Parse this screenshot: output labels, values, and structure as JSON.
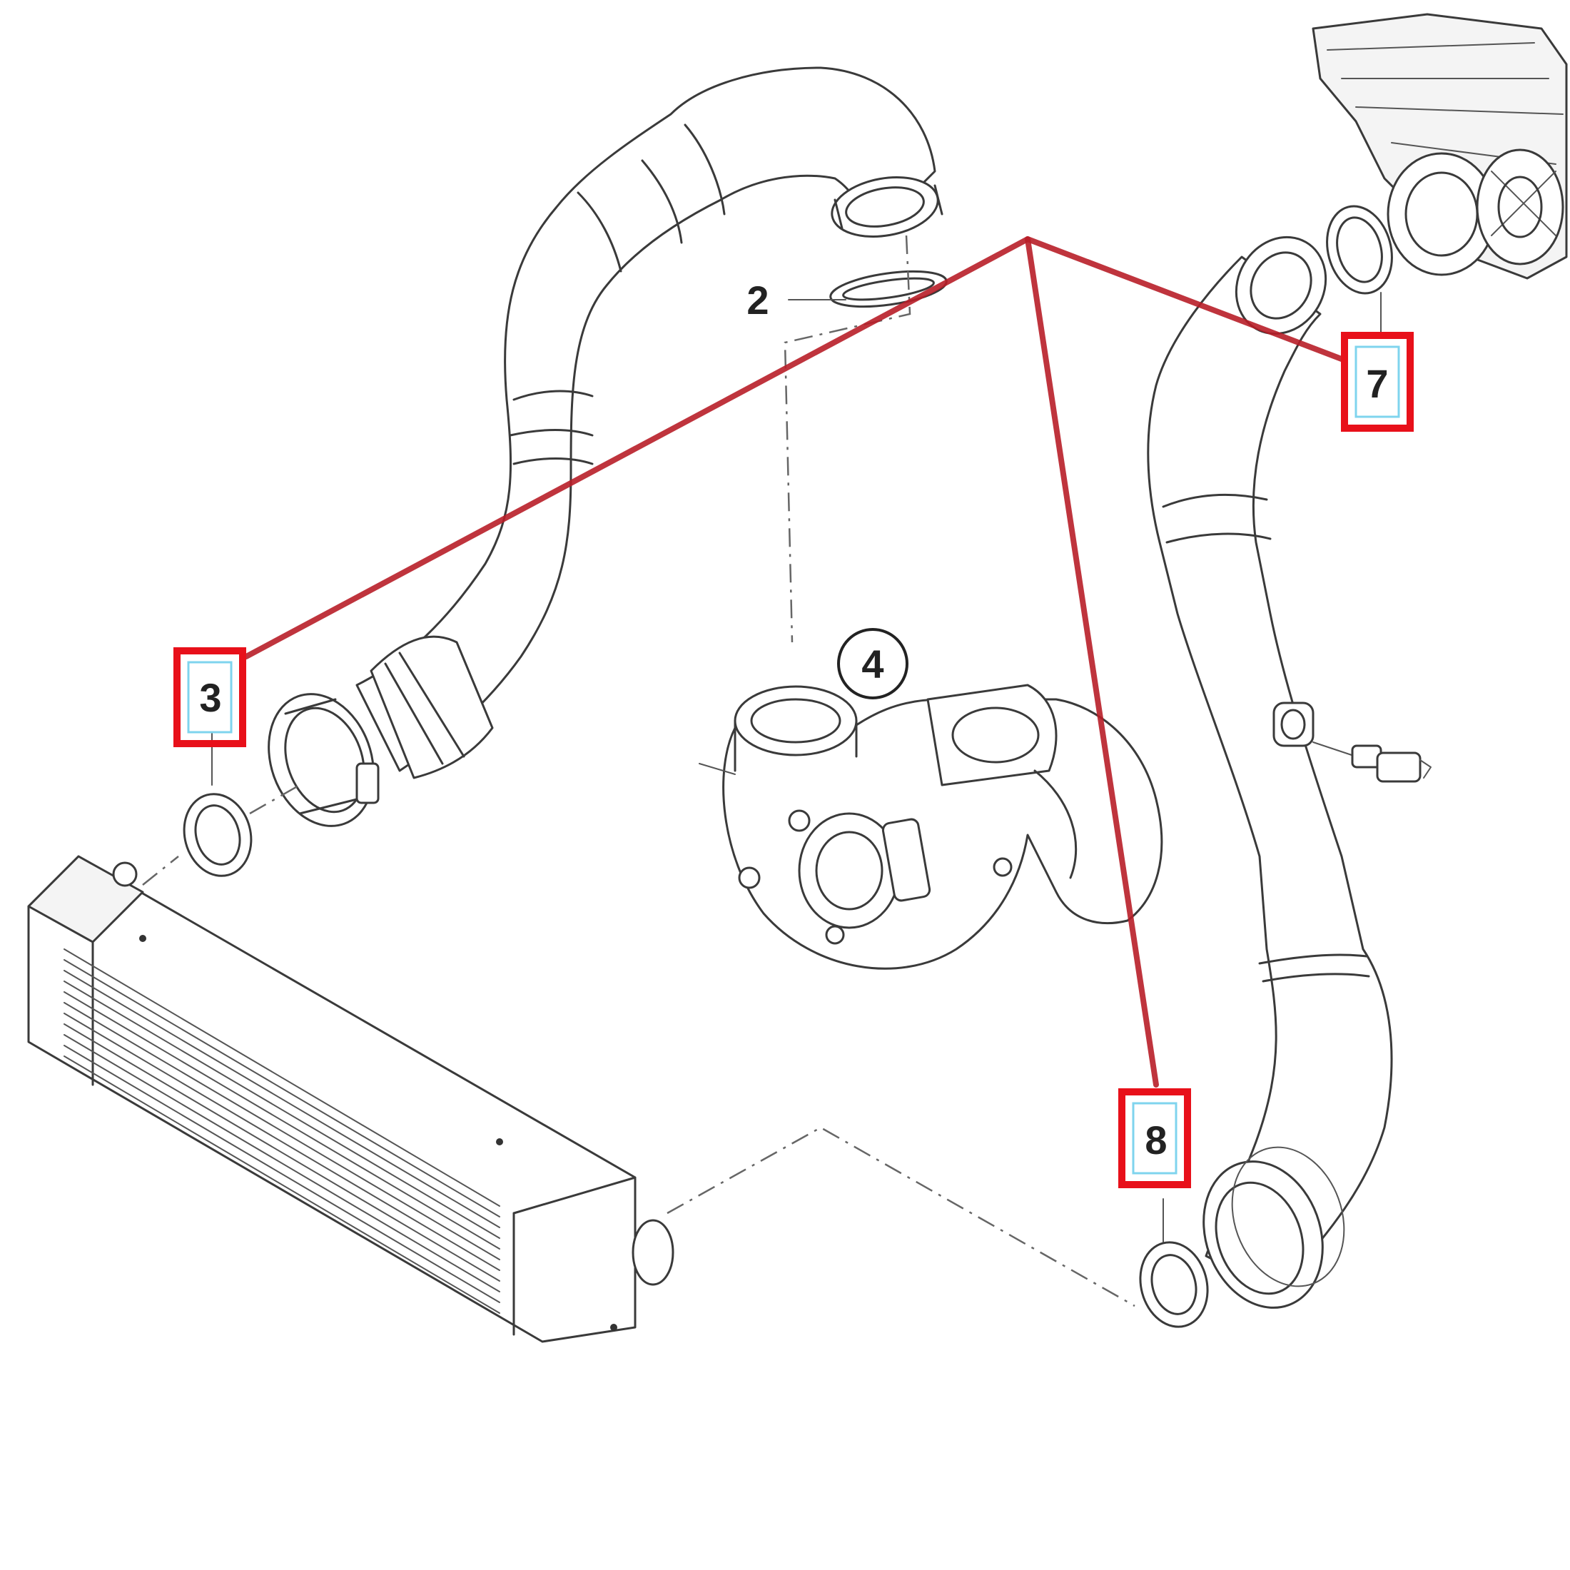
{
  "labels": {
    "part_2": "2",
    "part_3": "3",
    "part_4": "4",
    "part_7": "7",
    "part_8": "8"
  },
  "colors": {
    "highlight_box": "#e8101a",
    "connector_line": "#b81e28",
    "inner_box_border": "#7fd4ee",
    "line_art": "#3a3a3a"
  }
}
